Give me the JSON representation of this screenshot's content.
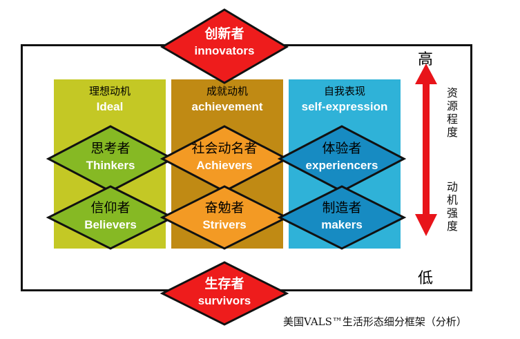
{
  "top": {
    "zh": "创新者",
    "en": "innovators"
  },
  "bottom": {
    "zh": "生存者",
    "en": "survivors"
  },
  "columns": [
    {
      "zh": "理想动机",
      "en": "Ideal",
      "color": "#c4c825"
    },
    {
      "zh": "成就动机",
      "en": "achievement",
      "color": "#c08a14"
    },
    {
      "zh": "自我表现",
      "en": "self-expression",
      "color": "#2fb2d8"
    }
  ],
  "diamonds_row1": [
    {
      "zh": "思考者",
      "en": "Thinkers",
      "color": "#86b924"
    },
    {
      "zh": "社会动名者",
      "en": "Achievers",
      "color": "#f39a24"
    },
    {
      "zh": "体验者",
      "en": "experiencers",
      "color": "#178bc2"
    }
  ],
  "diamonds_row2": [
    {
      "zh": "信仰者",
      "en": "Believers",
      "color": "#86b924"
    },
    {
      "zh": "奋勉者",
      "en": "Strivers",
      "color": "#f39a24"
    },
    {
      "zh": "制造者",
      "en": "makers",
      "color": "#178bc2"
    }
  ],
  "scale": {
    "high": "高",
    "low": "低",
    "resources": "资源程度",
    "motivation": "动机强度",
    "arrow_color": "#e8141a"
  },
  "caption": "美国VALS™生活形态细分框架（分析）"
}
